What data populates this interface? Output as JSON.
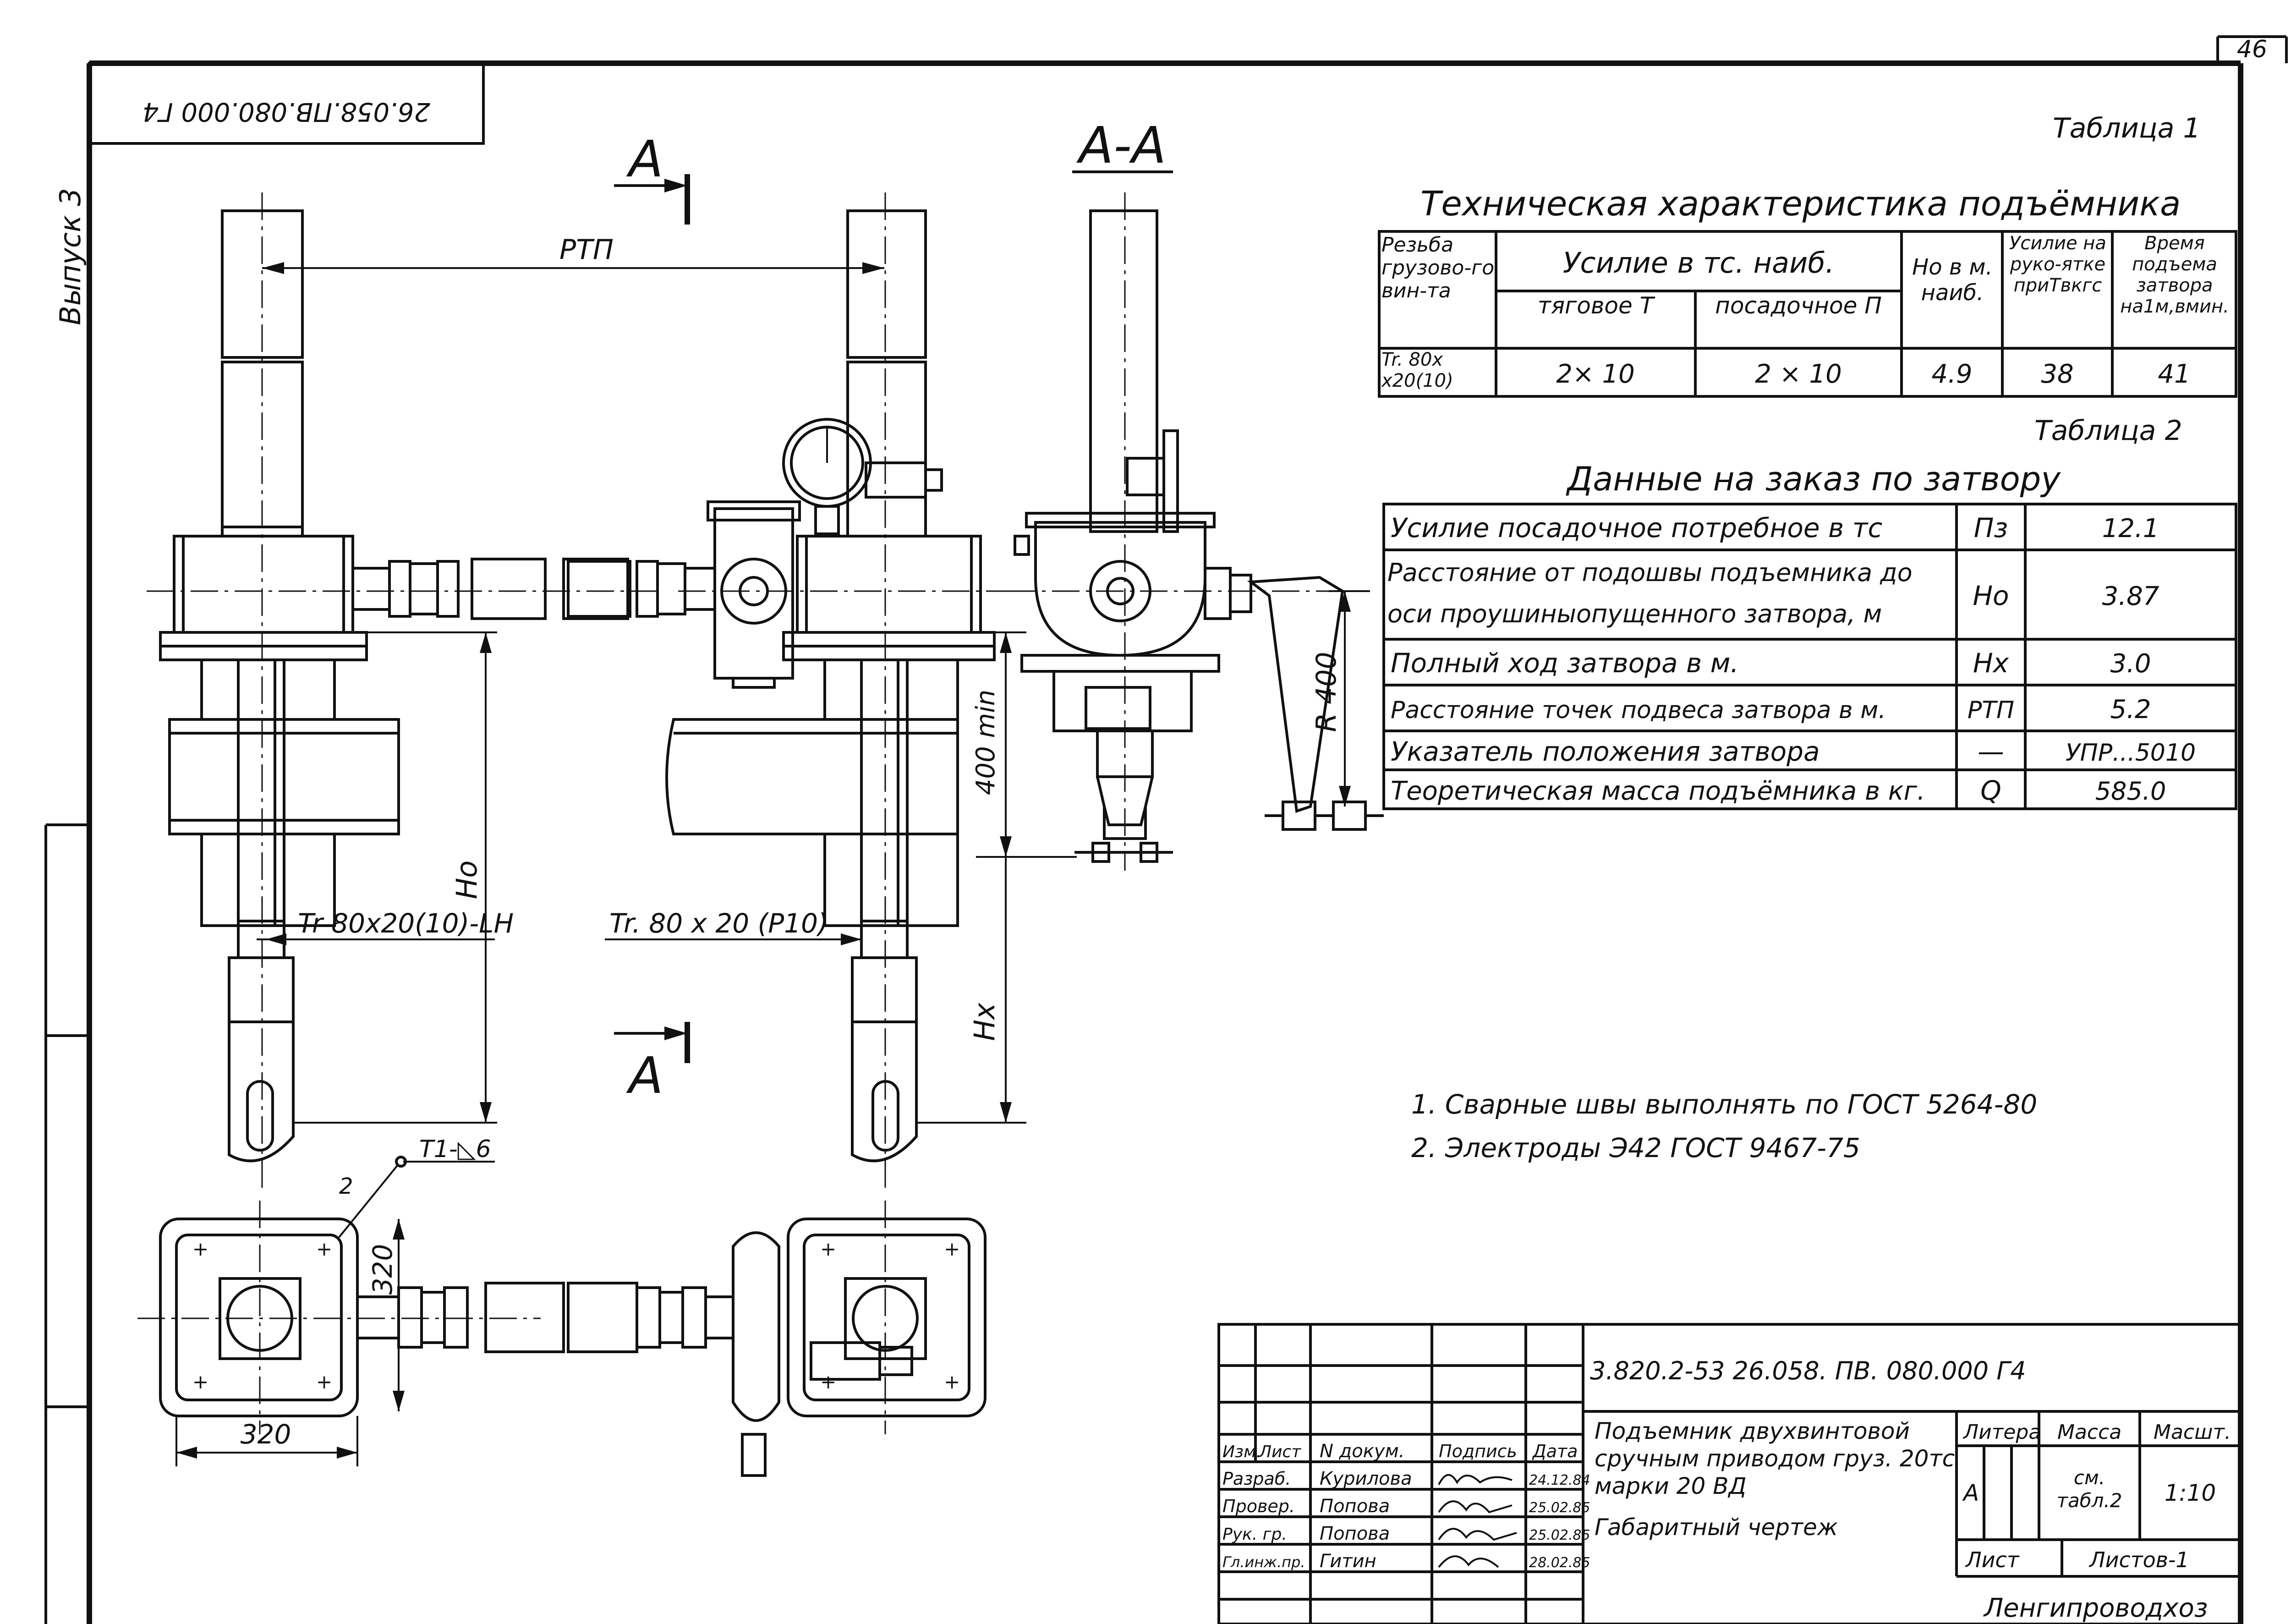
{
  "sheet": {
    "page_number": "46",
    "rotated_code": "26.058.ПВ.080.000 Г4",
    "vypusk": "Выпуск 3"
  },
  "drawing_labels": {
    "section_mark": "А",
    "section_title": "А-А",
    "rtp": "РТП",
    "thread_left": "Tr 80х20(10)-LН",
    "thread_mid": "Tr. 80 х 20 (Р10)",
    "ho": "Но",
    "hx": "Нх",
    "min400": "400 min",
    "r400": "R 400",
    "weld": "Т1-◺6",
    "pos2": "2",
    "dim320_h": "320",
    "dim320_v": "320"
  },
  "table1": {
    "caption": "Таблица 1",
    "title": "Техническая характеристика подъёмника",
    "h_thread": "Резьба грузово-го вин-та",
    "h_force": "Усилие в тс. наиб.",
    "h_pull": "тяговое Т",
    "h_seat": "посадочное П",
    "h_ho": "Но в м. наиб.",
    "h_handle": "Усилие на руко-ятке приТвкгс",
    "h_time": "Время подъема затвора на1м,вмин.",
    "v_thread": "Tr. 80х х20(10)",
    "v_pull": "2× 10",
    "v_seat": "2 × 10",
    "v_ho": "4.9",
    "v_handle": "38",
    "v_time": "41"
  },
  "table2": {
    "caption": "Таблица 2",
    "title": "Данные на заказ по затвору",
    "rows": [
      {
        "label": "Усилие посадочное потребное в тс",
        "sym": "Пз",
        "val": "12.1"
      },
      {
        "label": "Расстояние от подошвы подъемника до оси проушиныопущенного затвора, м",
        "sym": "Но",
        "val": "3.87"
      },
      {
        "label": "Полный ход затвора в м.",
        "sym": "Нх",
        "val": "3.0"
      },
      {
        "label": "Расстояние точек подвеса затвора в м.",
        "sym": "РТП",
        "val": "5.2"
      },
      {
        "label": "Указатель положения затвора",
        "sym": "—",
        "val": "УПР...5010"
      },
      {
        "label": "Теоретическая масса подъёмника в кг.",
        "sym": "Q",
        "val": "585.0"
      }
    ]
  },
  "notes": [
    "1. Сварные швы выполнять по ГОСТ 5264-80",
    "2. Электроды Э42 ГОСТ 9467-75"
  ],
  "title_block": {
    "doc_code": "3.820.2-53   26.058. ПВ. 080.000 Г4",
    "name_line1": "Подъемник двухвинтовой",
    "name_line2": "сручным приводом груз. 20тс",
    "name_line3": "марки 20 ВД",
    "doc_type": "Габаритный чертеж",
    "h_izm": "Изм.",
    "h_list": "Лист",
    "h_ndoc": "N докум.",
    "h_sign": "Подпись",
    "h_date": "Дата",
    "h_litera": "Литера",
    "h_massa": "Масса",
    "h_scale": "Масшт.",
    "v_litera": "А",
    "v_massa": "см. табл.2",
    "v_scale": "1:10",
    "sheet_label": "Лист",
    "sheets_label": "Листов-1",
    "org": "Ленгипроводхоз",
    "people": [
      {
        "role": "Разраб.",
        "name": "Курилова",
        "date": "24.12.84"
      },
      {
        "role": "Провер.",
        "name": "Попова",
        "date": "25.02.85"
      },
      {
        "role": "Рук. гр.",
        "name": "Попова",
        "date": "25.02.85"
      },
      {
        "role": "Гл.инж.пр.",
        "name": "Гитин",
        "date": "28.02.85"
      }
    ]
  }
}
